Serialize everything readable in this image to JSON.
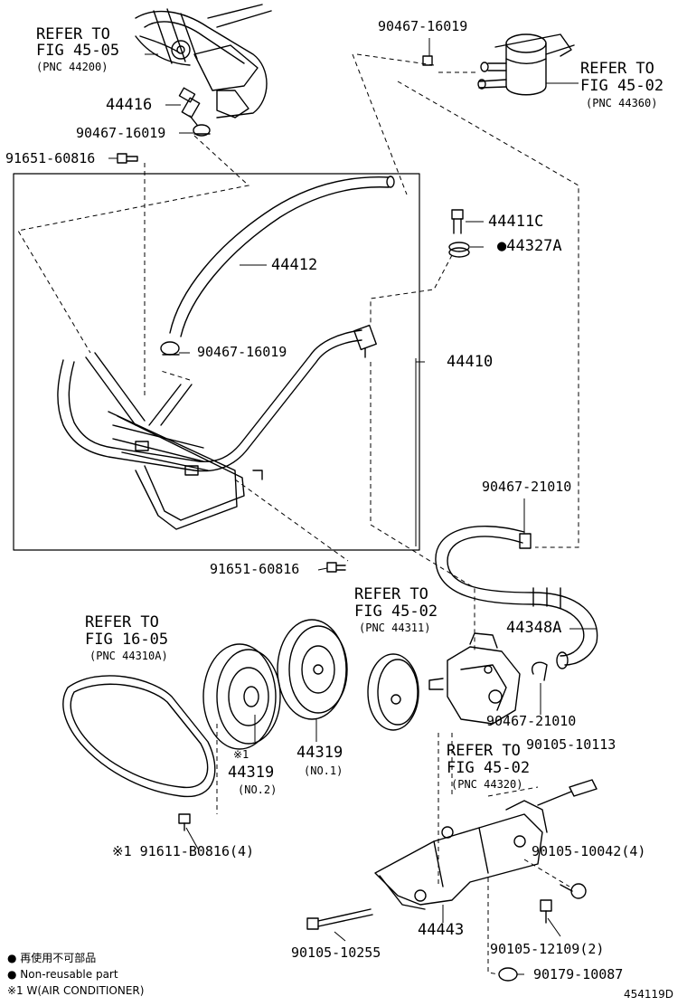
{
  "refs": {
    "r4505": {
      "line1": "REFER TO",
      "line2": "FIG 45-05",
      "pnc": "(PNC 44200)"
    },
    "r4502_top": {
      "line1": "REFER TO",
      "line2": "FIG 45-02",
      "pnc": "(PNC 44360)"
    },
    "r4502_mid": {
      "line1": "REFER TO",
      "line2": "FIG 45-02",
      "pnc": "(PNC 44311)"
    },
    "r1605": {
      "line1": "REFER TO",
      "line2": "FIG 16-05",
      "pnc": "(PNC 44310A)"
    },
    "r4502_bot": {
      "line1": "REFER TO",
      "line2": "FIG 45-02",
      "pnc": "(PNC 44320)"
    }
  },
  "parts": {
    "p44416": "44416",
    "p90467_16019_a": "90467-16019",
    "p91651_60816_a": "91651-60816",
    "p90467_16019_top": "90467-16019",
    "p44411C": "44411C",
    "p44327A": "●44327A",
    "p44412": "44412",
    "p90467_16019_b": "90467-16019",
    "p44410": "44410",
    "p90467_21010_a": "90467-21010",
    "p91651_60816_b": "91651-60816",
    "p44348A": "44348A",
    "p90467_21010_b": "90467-21010",
    "p90105_10113": "90105-10113",
    "p44319_no2_mark": "※1",
    "p44319_no2": "44319",
    "p44319_no2_sub": "(NO.2)",
    "p44319_no1": "44319",
    "p44319_no1_sub": "(NO.1)",
    "p91611": "※1 91611-B0816(4)",
    "p90105_10042": "90105-10042(4)",
    "p44443": "44443",
    "p90105_10255": "90105-10255",
    "p90105_12109": "90105-12109(2)",
    "p90179_10087": "90179-10087"
  },
  "legend": {
    "jp": "● 再使用不可部品",
    "en": "● Non-reusable part",
    "note": "※1 W(AIR CONDITIONER)"
  },
  "drawing_id": "454119D"
}
